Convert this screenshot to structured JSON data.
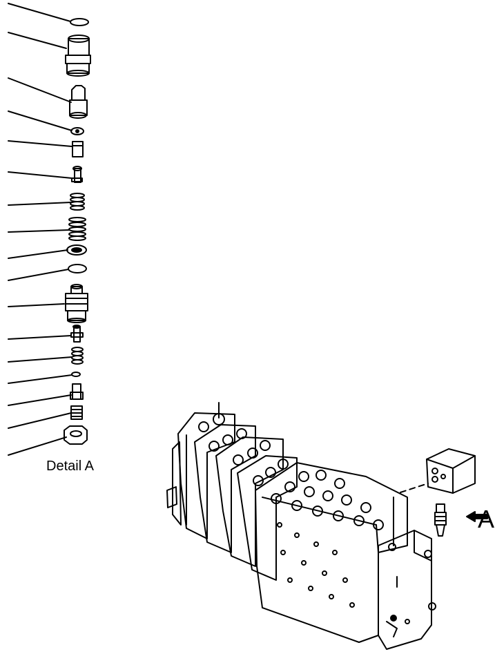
{
  "detail_caption": "Detail A",
  "view_letter": "A",
  "colors": {
    "ink": "#000000",
    "paper": "#ffffff"
  },
  "callouts": {
    "detail_parts_count": 17,
    "valve_body_leaders": 2
  }
}
